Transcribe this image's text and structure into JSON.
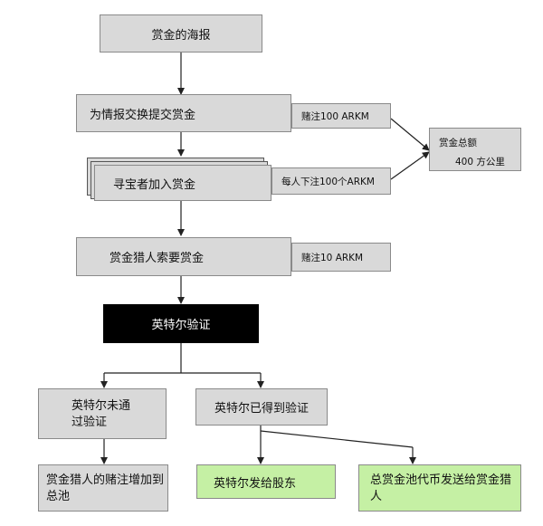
{
  "nodes": {
    "poster": "赏金的海报",
    "submit": "为情报交换提交赏金",
    "bet1": "赌注100 ARKM",
    "hunter_join": "寻宝者加入赏金",
    "bet2": "每人下注100个ARKM",
    "total_title": "赏金总额",
    "total_value": "400 方公里",
    "claim": "赏金猎人索要赏金",
    "bet3": "赌注10 ARKM",
    "verify": "英特尔验证",
    "not_verified": "英特尔未通\n过验证",
    "verified": "英特尔已得到验证",
    "to_pool": "赏金猎人的赌注增加到\n总池",
    "to_shareholders": "英特尔发给股东",
    "to_hunter": "总赏金池代币发送给赏金猎\n人"
  },
  "colors": {
    "box": "#d9d9d9",
    "dark": "#000000",
    "green": "#c5f0a4",
    "line": "#222222"
  }
}
